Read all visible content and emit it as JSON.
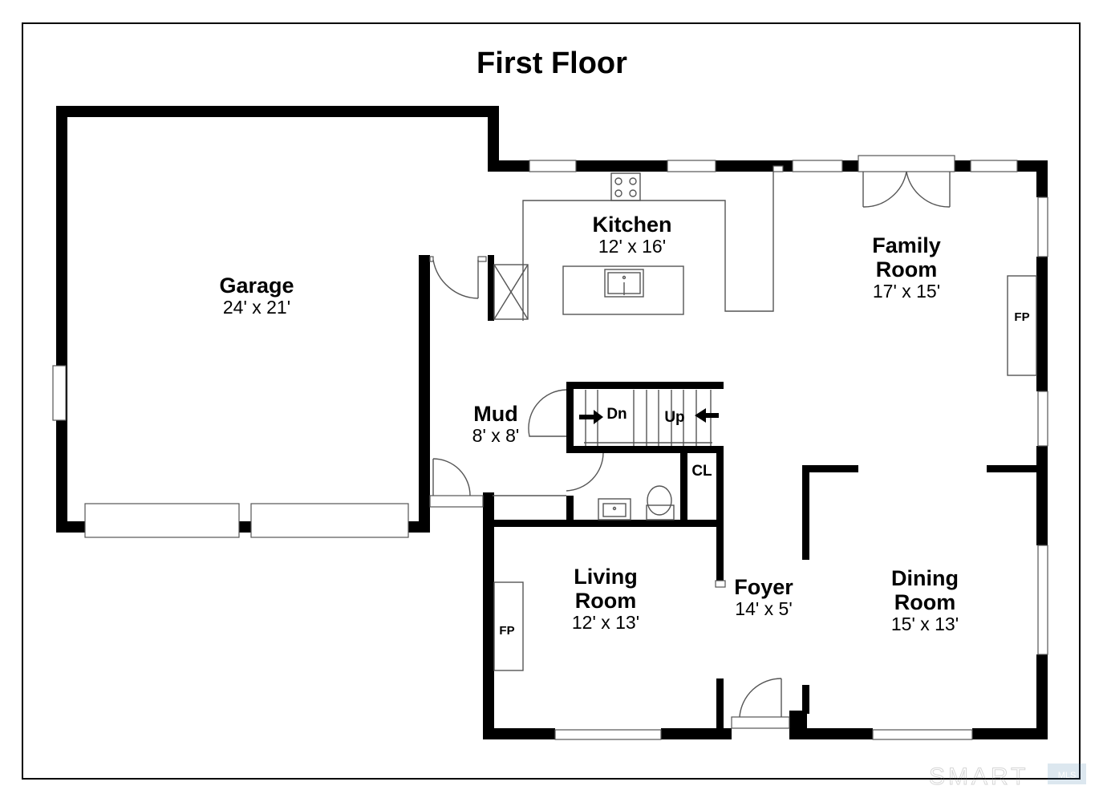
{
  "title": "First Floor",
  "rooms": {
    "garage": {
      "name": "Garage",
      "dims": "24' x 21'"
    },
    "kitchen": {
      "name": "Kitchen",
      "dims": "12' x 16'"
    },
    "family": {
      "name_line1": "Family",
      "name_line2": "Room",
      "dims": "17' x 15'"
    },
    "mud": {
      "name": "Mud",
      "dims": "8' x 8'"
    },
    "living": {
      "name_line1": "Living",
      "name_line2": "Room",
      "dims": "12' x 13'"
    },
    "foyer": {
      "name": "Foyer",
      "dims": "14' x 5'"
    },
    "dining": {
      "name_line1": "Dining",
      "name_line2": "Room",
      "dims": "15' x 13'"
    }
  },
  "labels": {
    "closet": "CL",
    "stairs_down": "Dn",
    "stairs_up": "Up",
    "fireplace_family": "FP",
    "fireplace_living": "FP"
  },
  "watermark": {
    "text": "SMART",
    "badge": "MLS"
  }
}
